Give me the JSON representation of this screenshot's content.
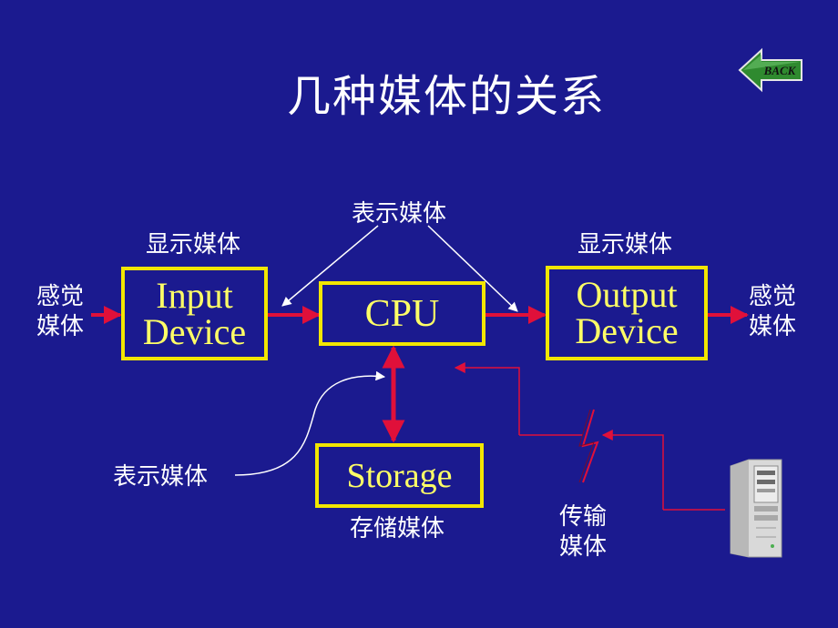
{
  "title": "几种媒体的关系",
  "back_button": {
    "label": "BACK"
  },
  "boxes": {
    "input": {
      "line1": "Input",
      "line2": "Device"
    },
    "cpu": {
      "label": "CPU"
    },
    "output": {
      "line1": "Output",
      "line2": "Device"
    },
    "storage": {
      "label": "Storage"
    }
  },
  "labels": {
    "perception_left": {
      "line1": "感觉",
      "line2": "媒体"
    },
    "perception_right": {
      "line1": "感觉",
      "line2": "媒体"
    },
    "display_left": "显示媒体",
    "display_right": "显示媒体",
    "representation_top": "表示媒体",
    "representation_left": "表示媒体",
    "storage_media": "存储媒体",
    "transmission": {
      "line1": "传输",
      "line2": "媒体"
    }
  },
  "colors": {
    "background": "#1b1a8f",
    "box_border": "#f2e600",
    "box_text": "#ffff66",
    "arrow": "#e0103a",
    "label_text": "#ffffff",
    "back_button": "#2f8a2f"
  },
  "icons": {
    "computer": "server-tower-icon",
    "back": "back-arrow-icon"
  }
}
